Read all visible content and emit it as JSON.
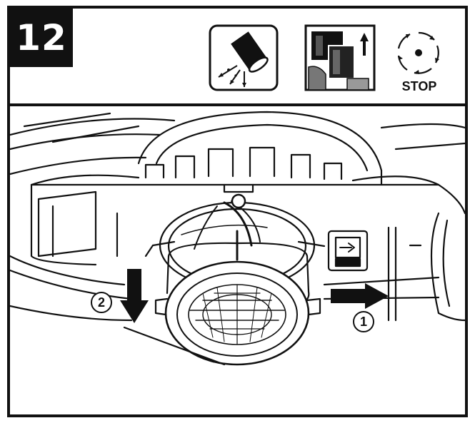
{
  "step": {
    "number": "12"
  },
  "header_icons": [
    {
      "icon": "discharge-chute-icon"
    },
    {
      "icon": "unplug-battery-icon"
    },
    {
      "icon": "blade-stop-icon",
      "label": "STOP"
    }
  ],
  "callouts": [
    {
      "label": "1"
    },
    {
      "label": "2"
    }
  ]
}
